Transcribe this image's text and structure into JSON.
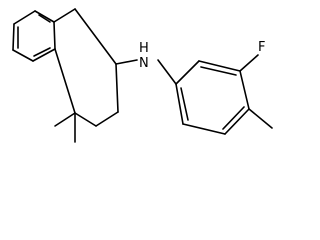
{
  "structure": {
    "atom_labels": {
      "amine": "N",
      "amine_h": "H",
      "fluorine": "F"
    },
    "colors": {
      "bond": "#000000",
      "label": "#000000",
      "background": "#ffffff"
    }
  }
}
